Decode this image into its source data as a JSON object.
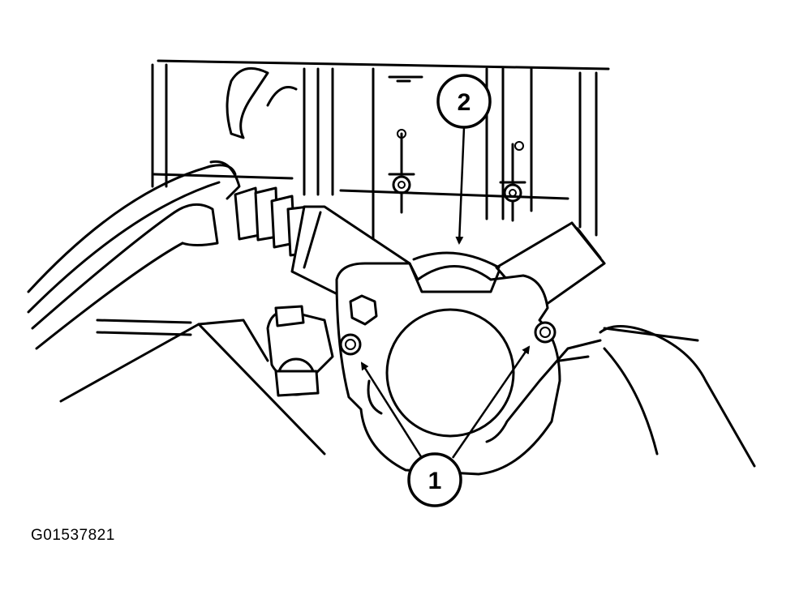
{
  "figure": {
    "id_label": "G01537821"
  },
  "callouts": [
    {
      "number": "1"
    },
    {
      "number": "2"
    }
  ]
}
